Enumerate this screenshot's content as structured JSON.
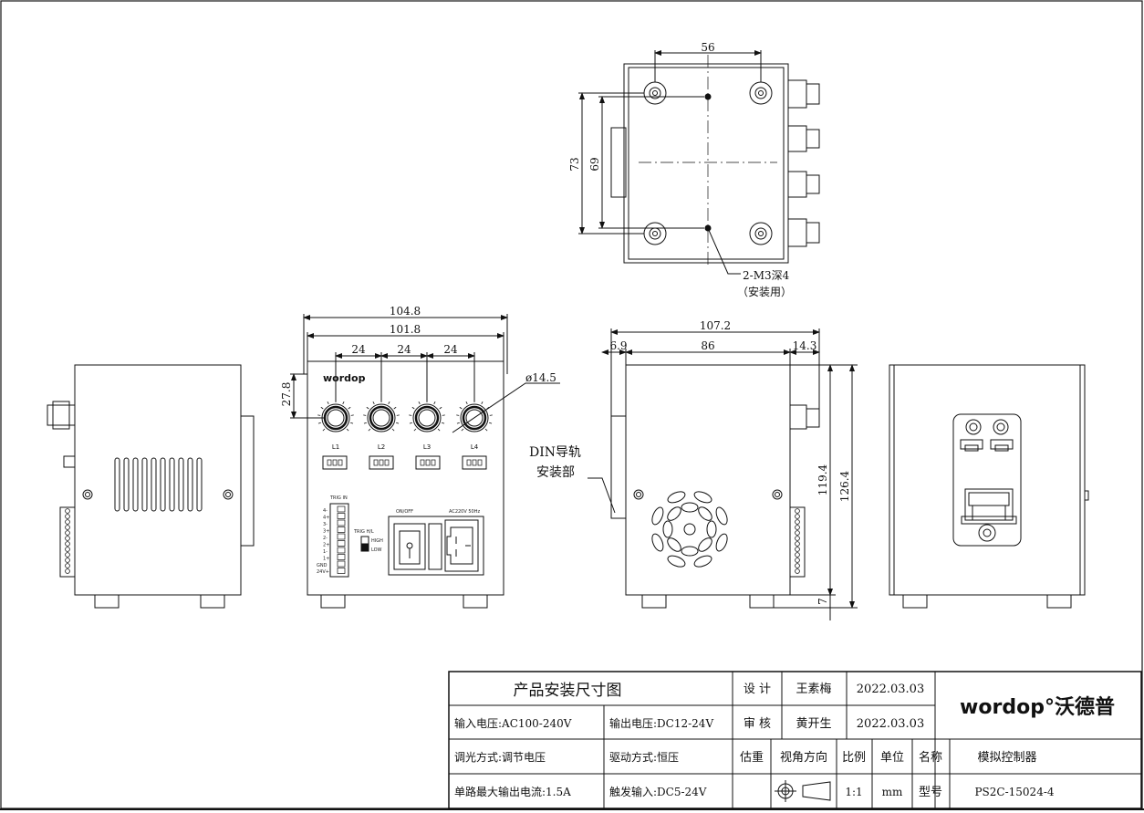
{
  "drawing": {
    "top_view": {
      "dim_width": "56",
      "dim_height_outer": "73",
      "dim_height_inner": "69",
      "hole_note": "2-M3深4",
      "hole_note_sub": "（安装用）"
    },
    "front_view": {
      "dim_overall": "104.8",
      "dim_inner": "101.8",
      "knob_spacing": [
        "24",
        "24",
        "24"
      ],
      "knob_top": "27.8",
      "knob_dia": "ø14.5",
      "brand_label": "wordop",
      "knob_labels": [
        "L1",
        "L2",
        "L3",
        "L4"
      ],
      "panel_labels": {
        "trig_in": "TRIG IN",
        "trig_hl": "TRIG H/L",
        "high": "HIGH",
        "low": "LOW",
        "on_off": "ON/OFF",
        "ac": "AC220V 50Hz",
        "gnd": "GND",
        "v24": "24V+"
      },
      "terminal_pins": [
        "4-",
        "4+",
        "3-",
        "3+",
        "2-",
        "2+",
        "1-",
        "1+"
      ]
    },
    "side_view": {
      "dim_total": "107.2",
      "dim_left": "6.9",
      "dim_mid": "86",
      "dim_right": "14.3",
      "dim_h1": "119.4",
      "dim_h2": "126.4",
      "dim_foot": "7",
      "din_label_1": "DIN导轨",
      "din_label_2": "安装部"
    }
  },
  "title_block": {
    "title": "产品安装尺寸图",
    "design_label": "设 计",
    "designer": "王素梅",
    "design_date": "2022.03.03",
    "review_label": "审 核",
    "reviewer": "黄开生",
    "review_date": "2022.03.03",
    "input_voltage": "输入电压:AC100-240V",
    "output_voltage": "输出电压:DC12-24V",
    "dimming": "调光方式:调节电压",
    "drive": "驱动方式:恒压",
    "max_current": "单路最大输出电流:1.5A",
    "trigger": "触发输入:DC5-24V",
    "weight_label": "估重",
    "view_label": "视角方向",
    "scale_label": "比例",
    "unit_label": "单位",
    "name_label": "名称",
    "name_value": "模拟控制器",
    "scale_value": "1:1",
    "unit_value": "mm",
    "model_label": "型号",
    "model_value": "PS2C-15024-4",
    "logo_text": "wordop°沃德普"
  }
}
